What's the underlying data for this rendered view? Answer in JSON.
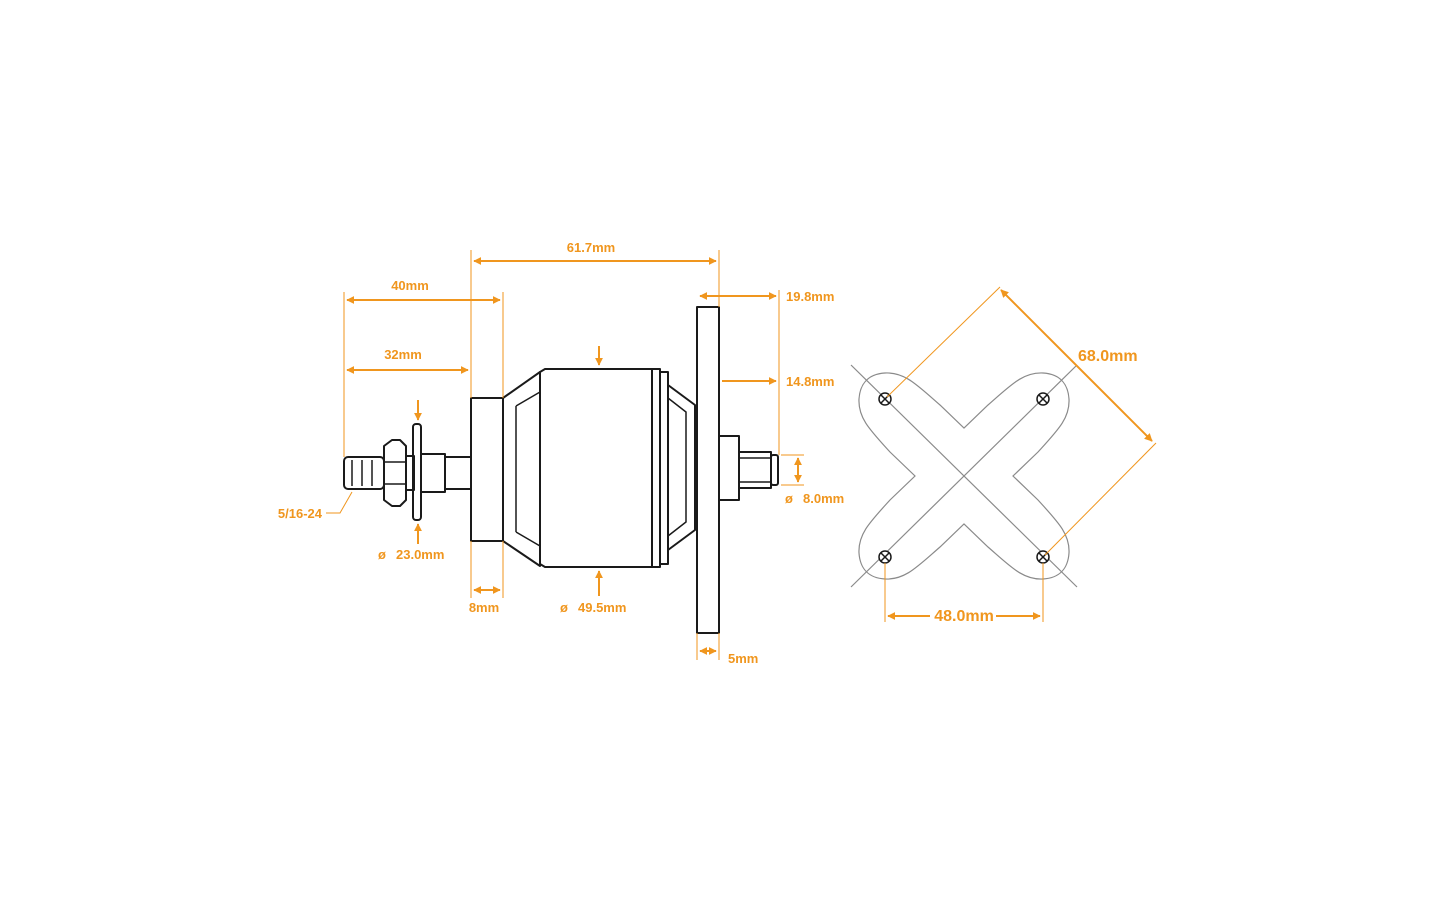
{
  "colors": {
    "accent": "#f0961e",
    "line": "#1a1a1a",
    "plate": "#8a8a8a"
  },
  "dimensions": {
    "overall_length": "61.7mm",
    "shaft_to_bell_40": "40mm",
    "shaft_to_bell_32": "32mm",
    "mount_to_tip": "19.8mm",
    "mount_to_rear": "14.8mm",
    "rear_shaft_dia": "8.0mm",
    "thread": "5/16-24",
    "prop_washer_dia": "23.0mm",
    "collar_width": "8mm",
    "can_dia": "49.5mm",
    "mount_thickness": "5mm",
    "mount_diagonal": "68.0mm",
    "mount_spacing": "48.0mm"
  },
  "symbols": {
    "diameter": "ø"
  }
}
